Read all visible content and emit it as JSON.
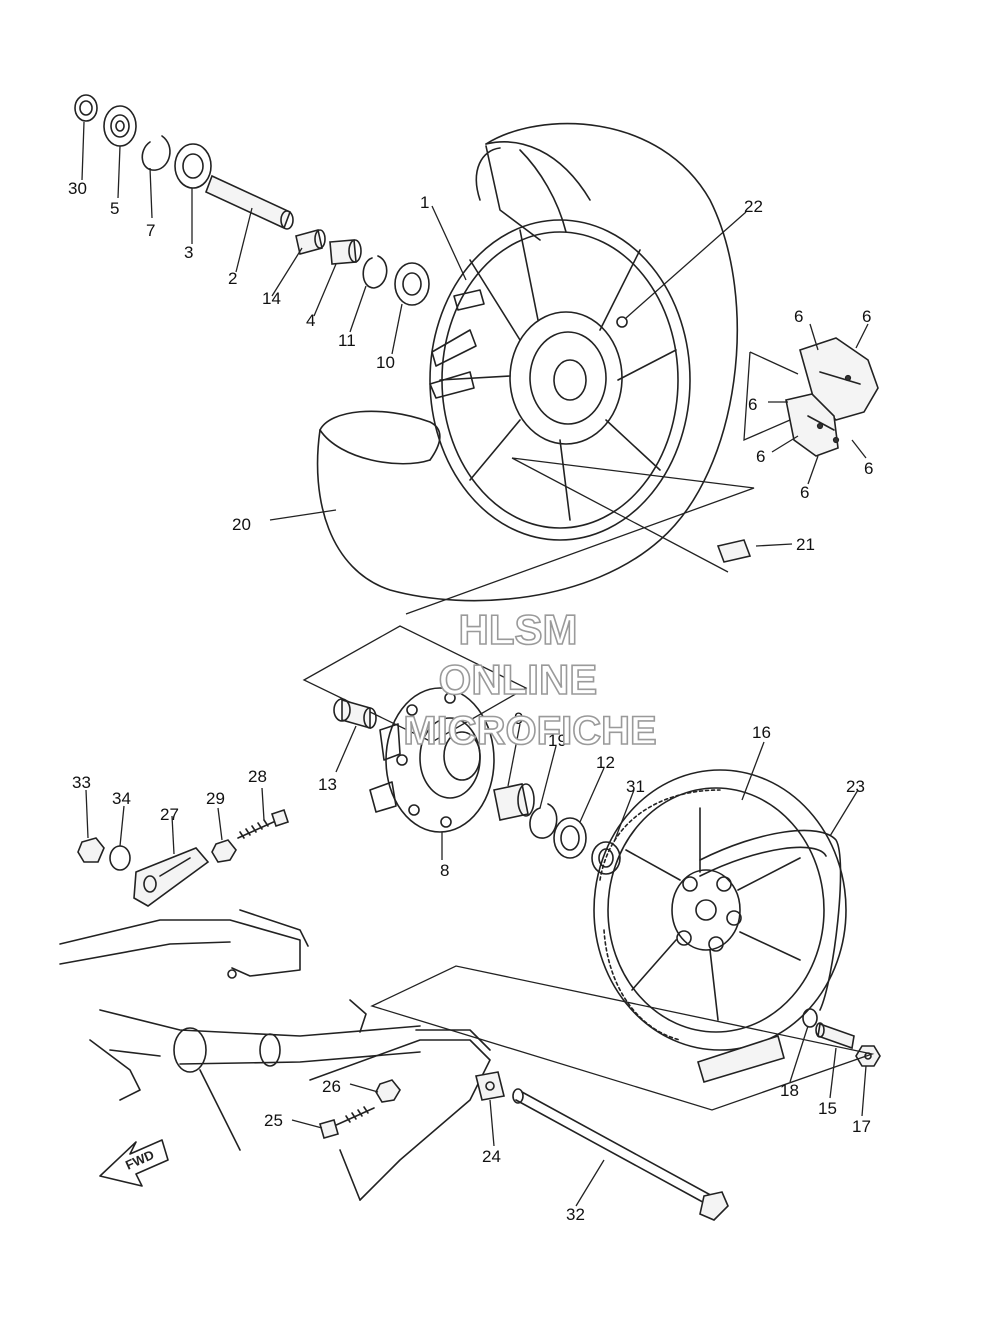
{
  "watermark": {
    "line1": "HLSM",
    "line2": "ONLINE",
    "line3": "MICROFICHE"
  },
  "direction_marker": "FWD",
  "callouts": [
    "30",
    "5",
    "7",
    "3",
    "2",
    "14",
    "4",
    "11",
    "10",
    "1",
    "22",
    "6",
    "6",
    "6",
    "6",
    "6",
    "6",
    "20",
    "21",
    "13",
    "9",
    "19",
    "12",
    "8",
    "31",
    "16",
    "23",
    "33",
    "34",
    "27",
    "29",
    "28",
    "26",
    "25",
    "24",
    "18",
    "15",
    "17",
    "32"
  ]
}
